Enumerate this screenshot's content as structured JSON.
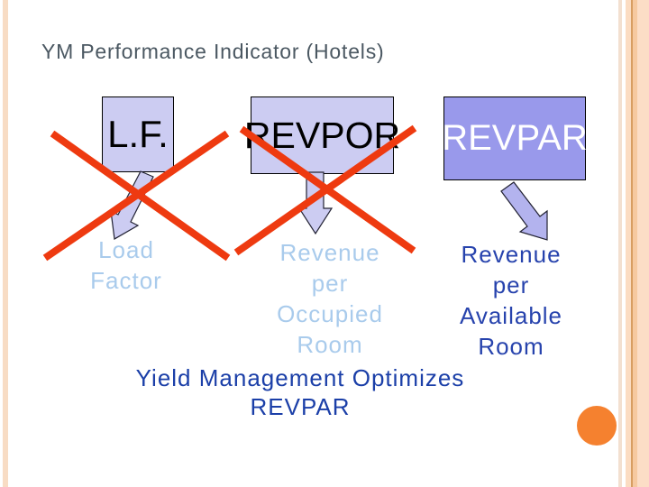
{
  "slide": {
    "title": "YM Performance Indicator (Hotels)",
    "boxes": [
      {
        "label": "L.F.",
        "caption": "Load\nFactor",
        "crossed_out": true
      },
      {
        "label": "REVPOR",
        "caption": "Revenue\nper\nOccupied\nRoom",
        "crossed_out": true
      },
      {
        "label": "REVPAR",
        "caption": "Revenue\nper\nAvailable\nRoom",
        "crossed_out": false
      }
    ],
    "conclusion": "Yield Management Optimizes REVPAR"
  },
  "icons": [
    "down-left-arrow-icon",
    "down-arrow-icon",
    "down-right-arrow-icon",
    "red-cross-lf-icon",
    "red-cross-revpor-icon",
    "orange-dot-icon"
  ],
  "colors": {
    "title_text": "#4b5862",
    "box_light_fill": "#ccccf2",
    "box_dark_fill": "#9999eb",
    "box_border": "#000000",
    "box_label_dark": "#000000",
    "box_label_white": "#ffffff",
    "caption_light_blue": "#a9cbec",
    "caption_dark_blue": "#2743ad",
    "conclusion_blue": "#1b3fa8",
    "cross_red": "#ee3a10",
    "arrow_fill_light": "#ccccf2",
    "arrow_fill_medium": "#b3b3ee",
    "arrow_outline": "#222233",
    "dot_orange": "#f5812f",
    "edge_peach_left": "#f8dcc4",
    "edge_peach_right": "#fcddc6",
    "edge_tan_line": "#d89e62"
  }
}
